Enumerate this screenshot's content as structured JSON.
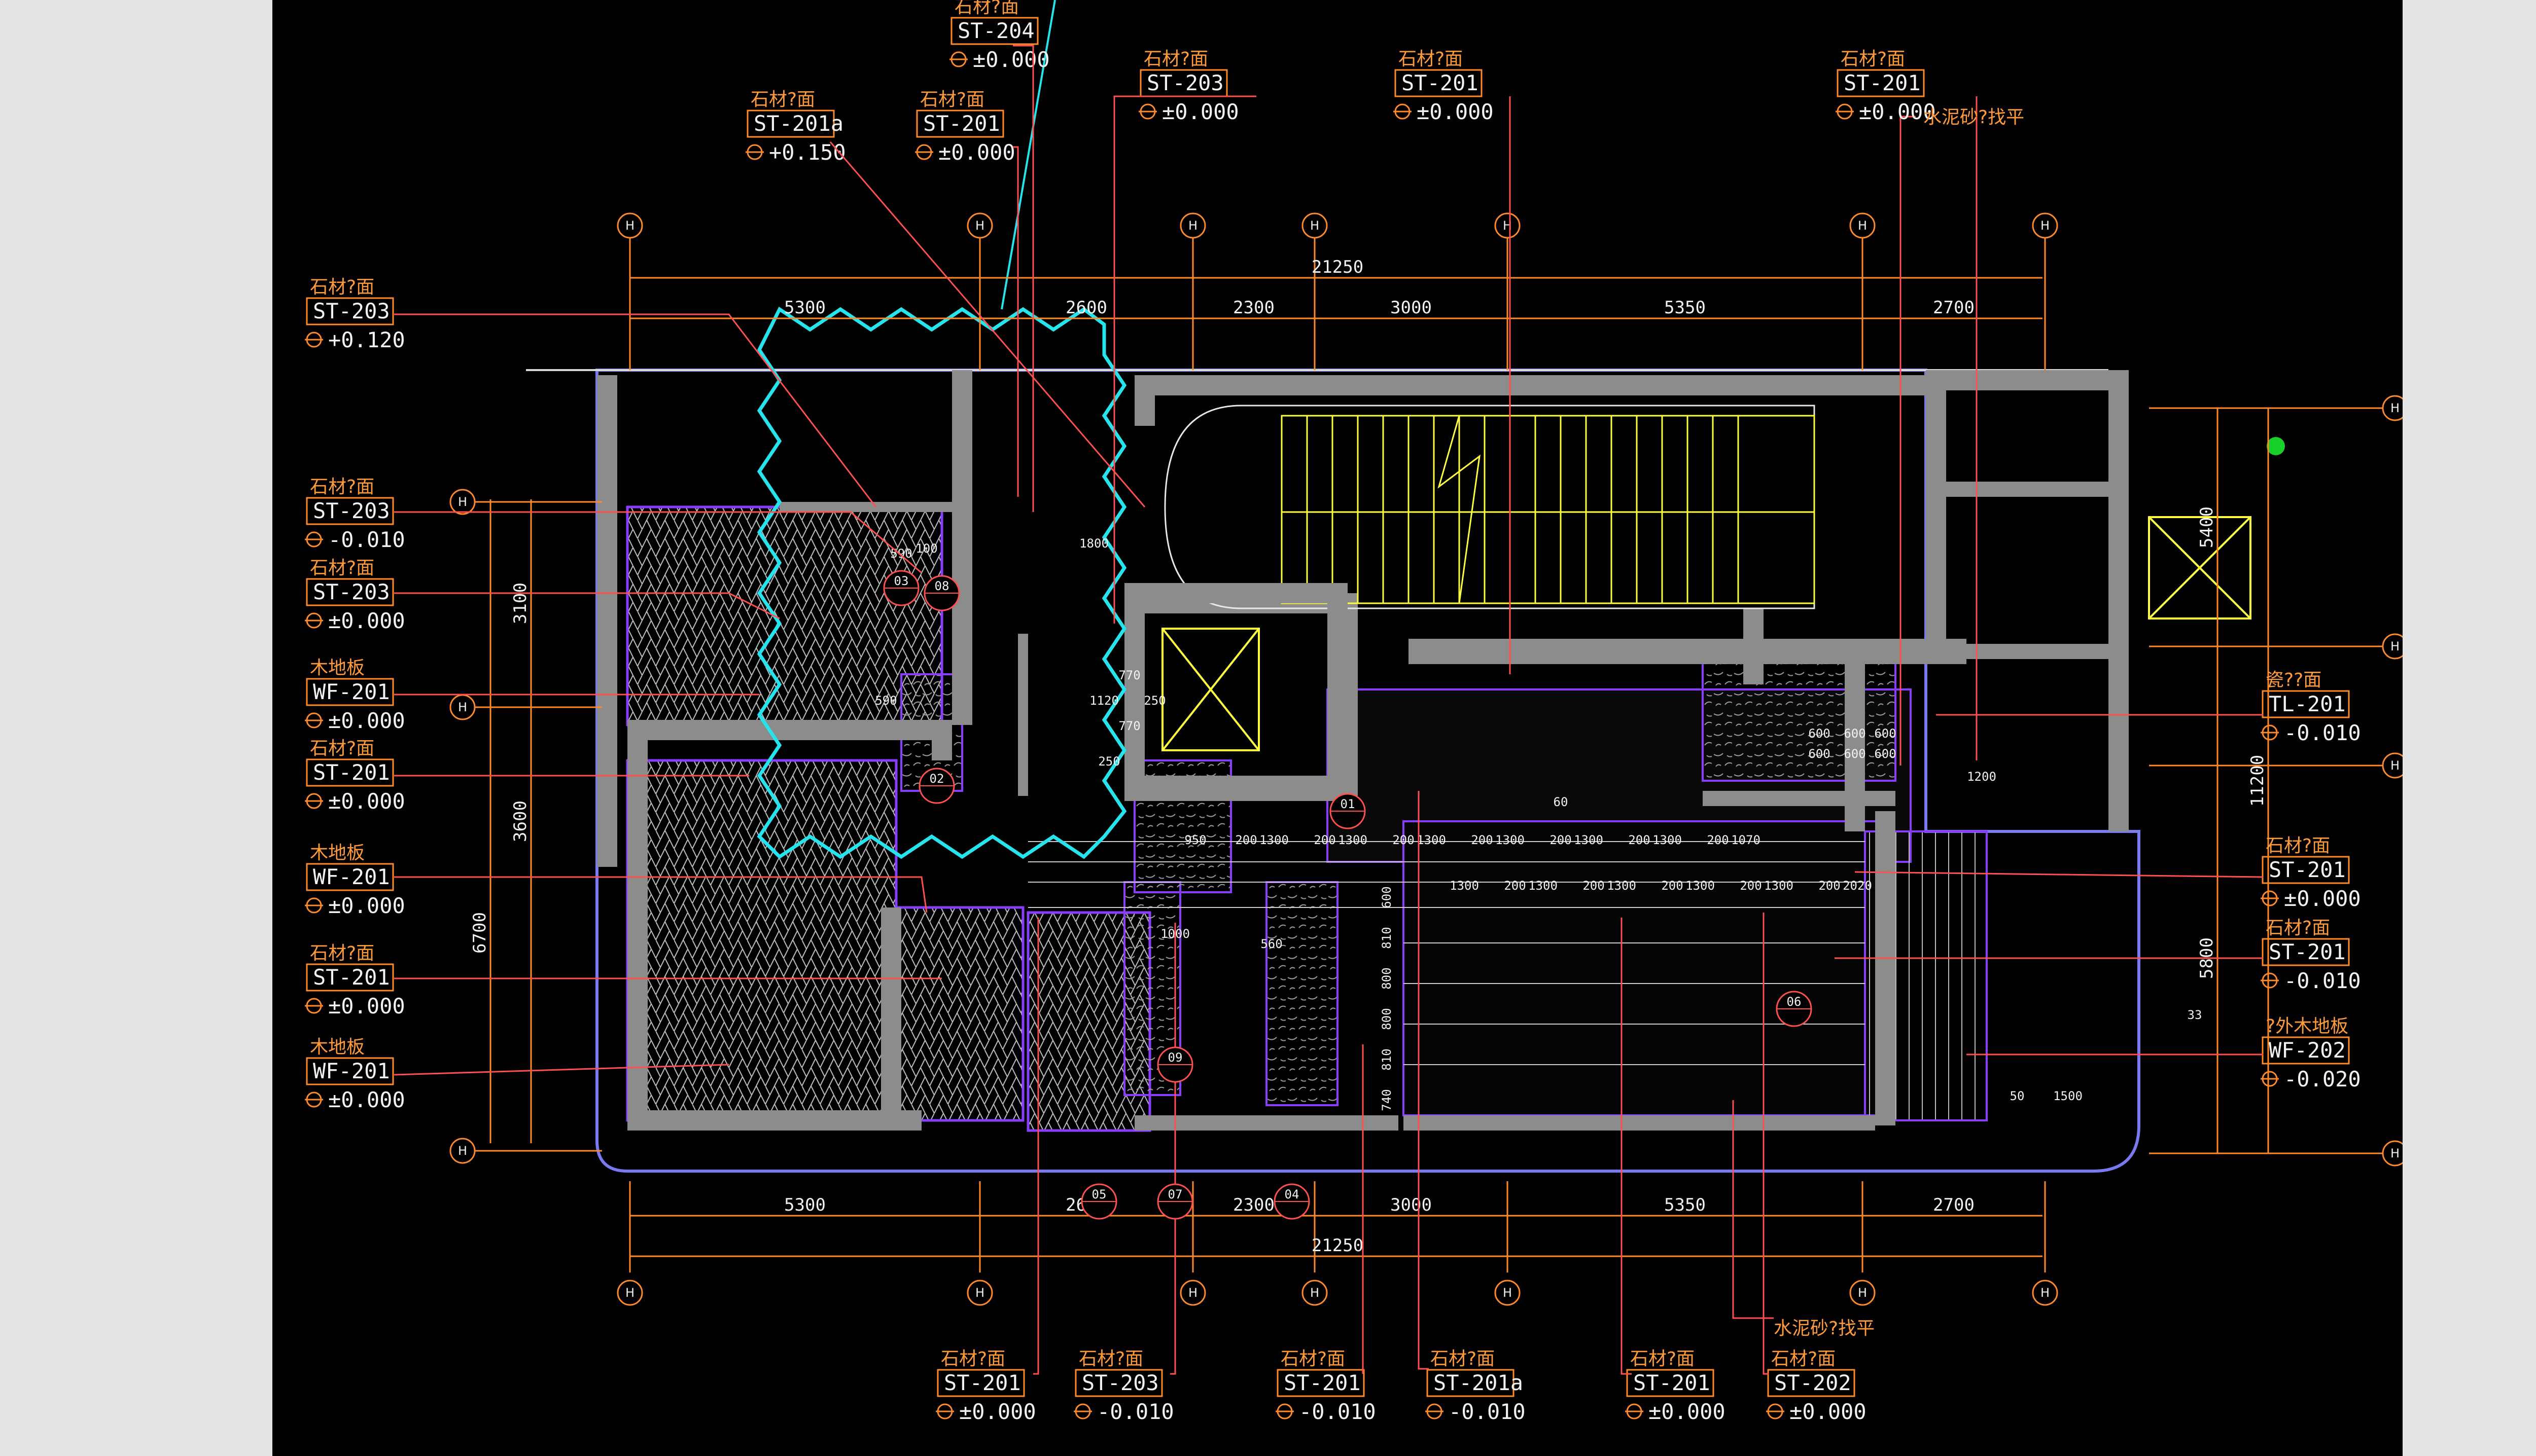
{
  "colors": {
    "background": "#000000",
    "page_margin": "#e4e4e4",
    "wall": "#8c8c8c",
    "dimension": "#ff8a2a",
    "leader": "#ff5050",
    "tag": "#ff8a2a",
    "revision_cloud": "#25e4ee",
    "elevator_lines": "#ffff40",
    "stair_lines": "#ffff40",
    "zone_outline": "#8a3cff",
    "text": "#f2f2f2"
  },
  "grid": {
    "top_labels": [
      "H",
      "H",
      "H",
      "H",
      "H",
      "H",
      "H"
    ],
    "right_labels": [
      "H",
      "H",
      "H",
      "H"
    ],
    "left_labels": [
      "H",
      "H",
      "H"
    ],
    "bottom_labels": [
      "H",
      "H",
      "H",
      "H",
      "H",
      "H",
      "H"
    ]
  },
  "dimensions": {
    "top_total": "21250",
    "top_segments": [
      "5300",
      "2600",
      "2300",
      "3000",
      "5350",
      "2700"
    ],
    "bottom_total": "21250",
    "bottom_segments": [
      "5300",
      "2600",
      "2300",
      "3000",
      "5350",
      "2700"
    ],
    "right_outer": "11200",
    "right_inner": [
      "5400",
      "5800"
    ],
    "left_inner": [
      "3100",
      "3600",
      "6700"
    ],
    "floor_row_a": [
      "950",
      "200",
      "1300",
      "200",
      "1300",
      "200",
      "1300",
      "200",
      "1300",
      "200",
      "1300",
      "200",
      "1300",
      "200",
      "1070"
    ],
    "floor_row_b": [
      "1300",
      "200",
      "1300",
      "200",
      "1300",
      "200",
      "1300",
      "200",
      "1300",
      "200",
      "2020"
    ],
    "floor_col": [
      "600",
      "810",
      "800",
      "800",
      "810",
      "740"
    ],
    "misc": [
      "1200",
      "1500",
      "600",
      "600",
      "600",
      "600",
      "600",
      "600",
      "1120",
      "250",
      "250",
      "770",
      "770",
      "590",
      "100",
      "33",
      "60",
      "50",
      "590",
      "1800",
      "1000",
      "560"
    ]
  },
  "tags_top": [
    {
      "title": "石材?面",
      "code": "ST-204",
      "elev": "±0.000"
    },
    {
      "title": "石材?面",
      "code": "ST-201a",
      "elev": "+0.150"
    },
    {
      "title": "石材?面",
      "code": "ST-201",
      "elev": "±0.000"
    },
    {
      "title": "石材?面",
      "code": "ST-203",
      "elev": "±0.000"
    },
    {
      "title": "石材?面",
      "code": "ST-201",
      "elev": "±0.000"
    },
    {
      "title": "水泥砂?找平",
      "code": "",
      "elev": ""
    },
    {
      "title": "石材?面",
      "code": "ST-201",
      "elev": "±0.000"
    }
  ],
  "tags_left": [
    {
      "title": "石材?面",
      "code": "ST-203",
      "elev": "+0.120"
    },
    {
      "title": "石材?面",
      "code": "ST-203",
      "elev": "-0.010"
    },
    {
      "title": "石材?面",
      "code": "ST-203",
      "elev": "±0.000"
    },
    {
      "title": "木地板",
      "code": "WF-201",
      "elev": "±0.000"
    },
    {
      "title": "石材?面",
      "code": "ST-201",
      "elev": "±0.000"
    },
    {
      "title": "木地板",
      "code": "WF-201",
      "elev": "±0.000"
    },
    {
      "title": "石材?面",
      "code": "ST-201",
      "elev": "±0.000"
    },
    {
      "title": "木地板",
      "code": "WF-201",
      "elev": "±0.000"
    }
  ],
  "tags_right": [
    {
      "title": "瓷??面",
      "code": "TL-201",
      "elev": "-0.010"
    },
    {
      "title": "石材?面",
      "code": "ST-201",
      "elev": "±0.000"
    },
    {
      "title": "石材?面",
      "code": "ST-201",
      "elev": "-0.010"
    },
    {
      "title": "?外木地板",
      "code": "WF-202",
      "elev": "-0.020"
    }
  ],
  "tags_bottom": [
    {
      "title": "石材?面",
      "code": "ST-201",
      "elev": "±0.000"
    },
    {
      "title": "石材?面",
      "code": "ST-203",
      "elev": "-0.010"
    },
    {
      "title": "石材?面",
      "code": "ST-201",
      "elev": "-0.010"
    },
    {
      "title": "石材?面",
      "code": "ST-201a",
      "elev": "-0.010"
    },
    {
      "title": "石材?面",
      "code": "ST-201",
      "elev": "±0.000"
    },
    {
      "title": "石材?面",
      "code": "ST-202",
      "elev": "±0.000"
    }
  ],
  "bottom_note": "水泥砂?找平",
  "detail_bubbles": [
    {
      "num": "01"
    },
    {
      "num": "02"
    },
    {
      "num": "03"
    },
    {
      "num": "04"
    },
    {
      "num": "05"
    },
    {
      "num": "06"
    },
    {
      "num": "07"
    },
    {
      "num": "08"
    },
    {
      "num": "09"
    }
  ]
}
